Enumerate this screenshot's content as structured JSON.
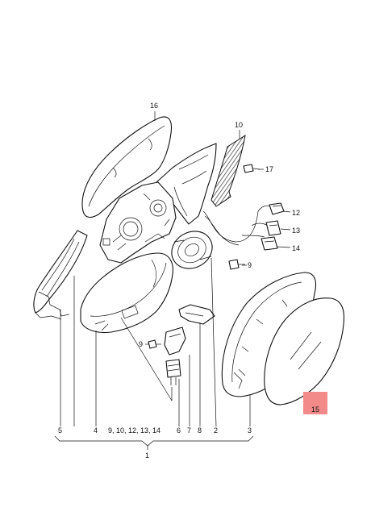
{
  "callouts": {
    "c1": "1",
    "c2": "2",
    "c3": "3",
    "c4": "4",
    "c5": "5",
    "c6": "6",
    "c7": "7",
    "c8": "8",
    "c9a": "9",
    "c9b": "9",
    "c10": "10",
    "c12": "12",
    "c13": "13",
    "c14": "14",
    "c15": "15",
    "c16": "16",
    "c17": "17",
    "group": "9, 10, 12, 13, 14"
  },
  "highlight": {
    "part": "15",
    "color": "#f28a8a"
  }
}
